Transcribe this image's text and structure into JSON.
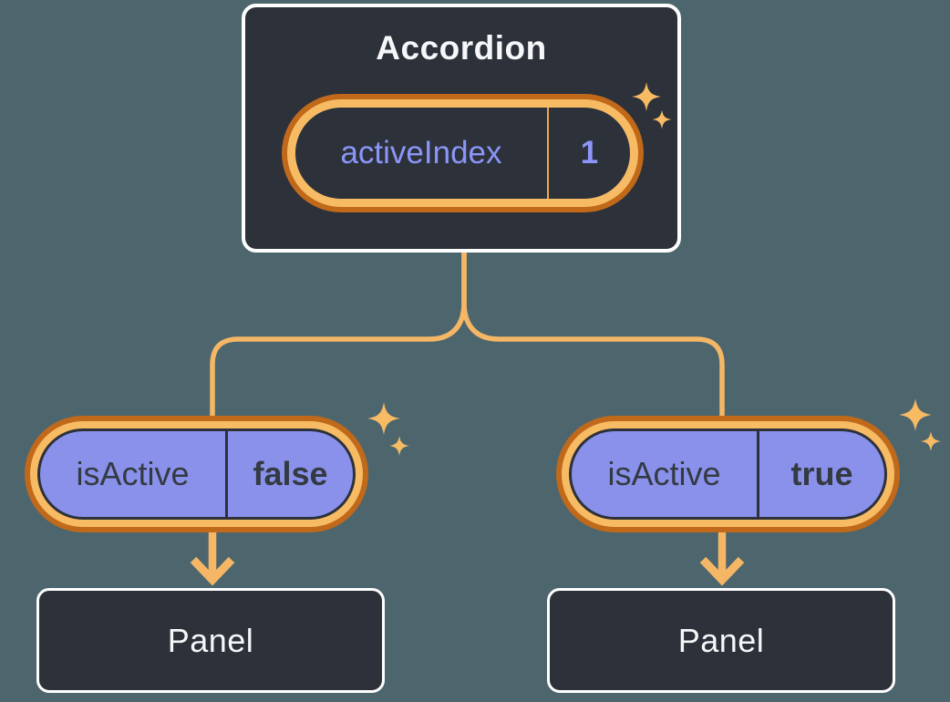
{
  "diagram": {
    "description": "React state diagram: Accordion holds activeIndex state and passes isActive props to two Panels",
    "background_color": "#4D666E",
    "colors": {
      "box_fill": "#2C313A",
      "box_border": "#FFFFFF",
      "ring_dark_orange": "#C0691A",
      "ring_light_orange": "#F7BB64",
      "connector_orange": "#F5B765",
      "purple_pill_fill": "#8A91EB",
      "purple_text": "#8B96F8",
      "dark_text": "#343A42",
      "white_text": "#F6F7F9"
    }
  },
  "accordion": {
    "title": "Accordion",
    "pill": {
      "label": "activeIndex",
      "value": "1"
    }
  },
  "children": [
    {
      "pill": {
        "label": "isActive",
        "value": "false"
      },
      "panel_label": "Panel"
    },
    {
      "pill": {
        "label": "isActive",
        "value": "true"
      },
      "panel_label": "Panel"
    }
  ]
}
